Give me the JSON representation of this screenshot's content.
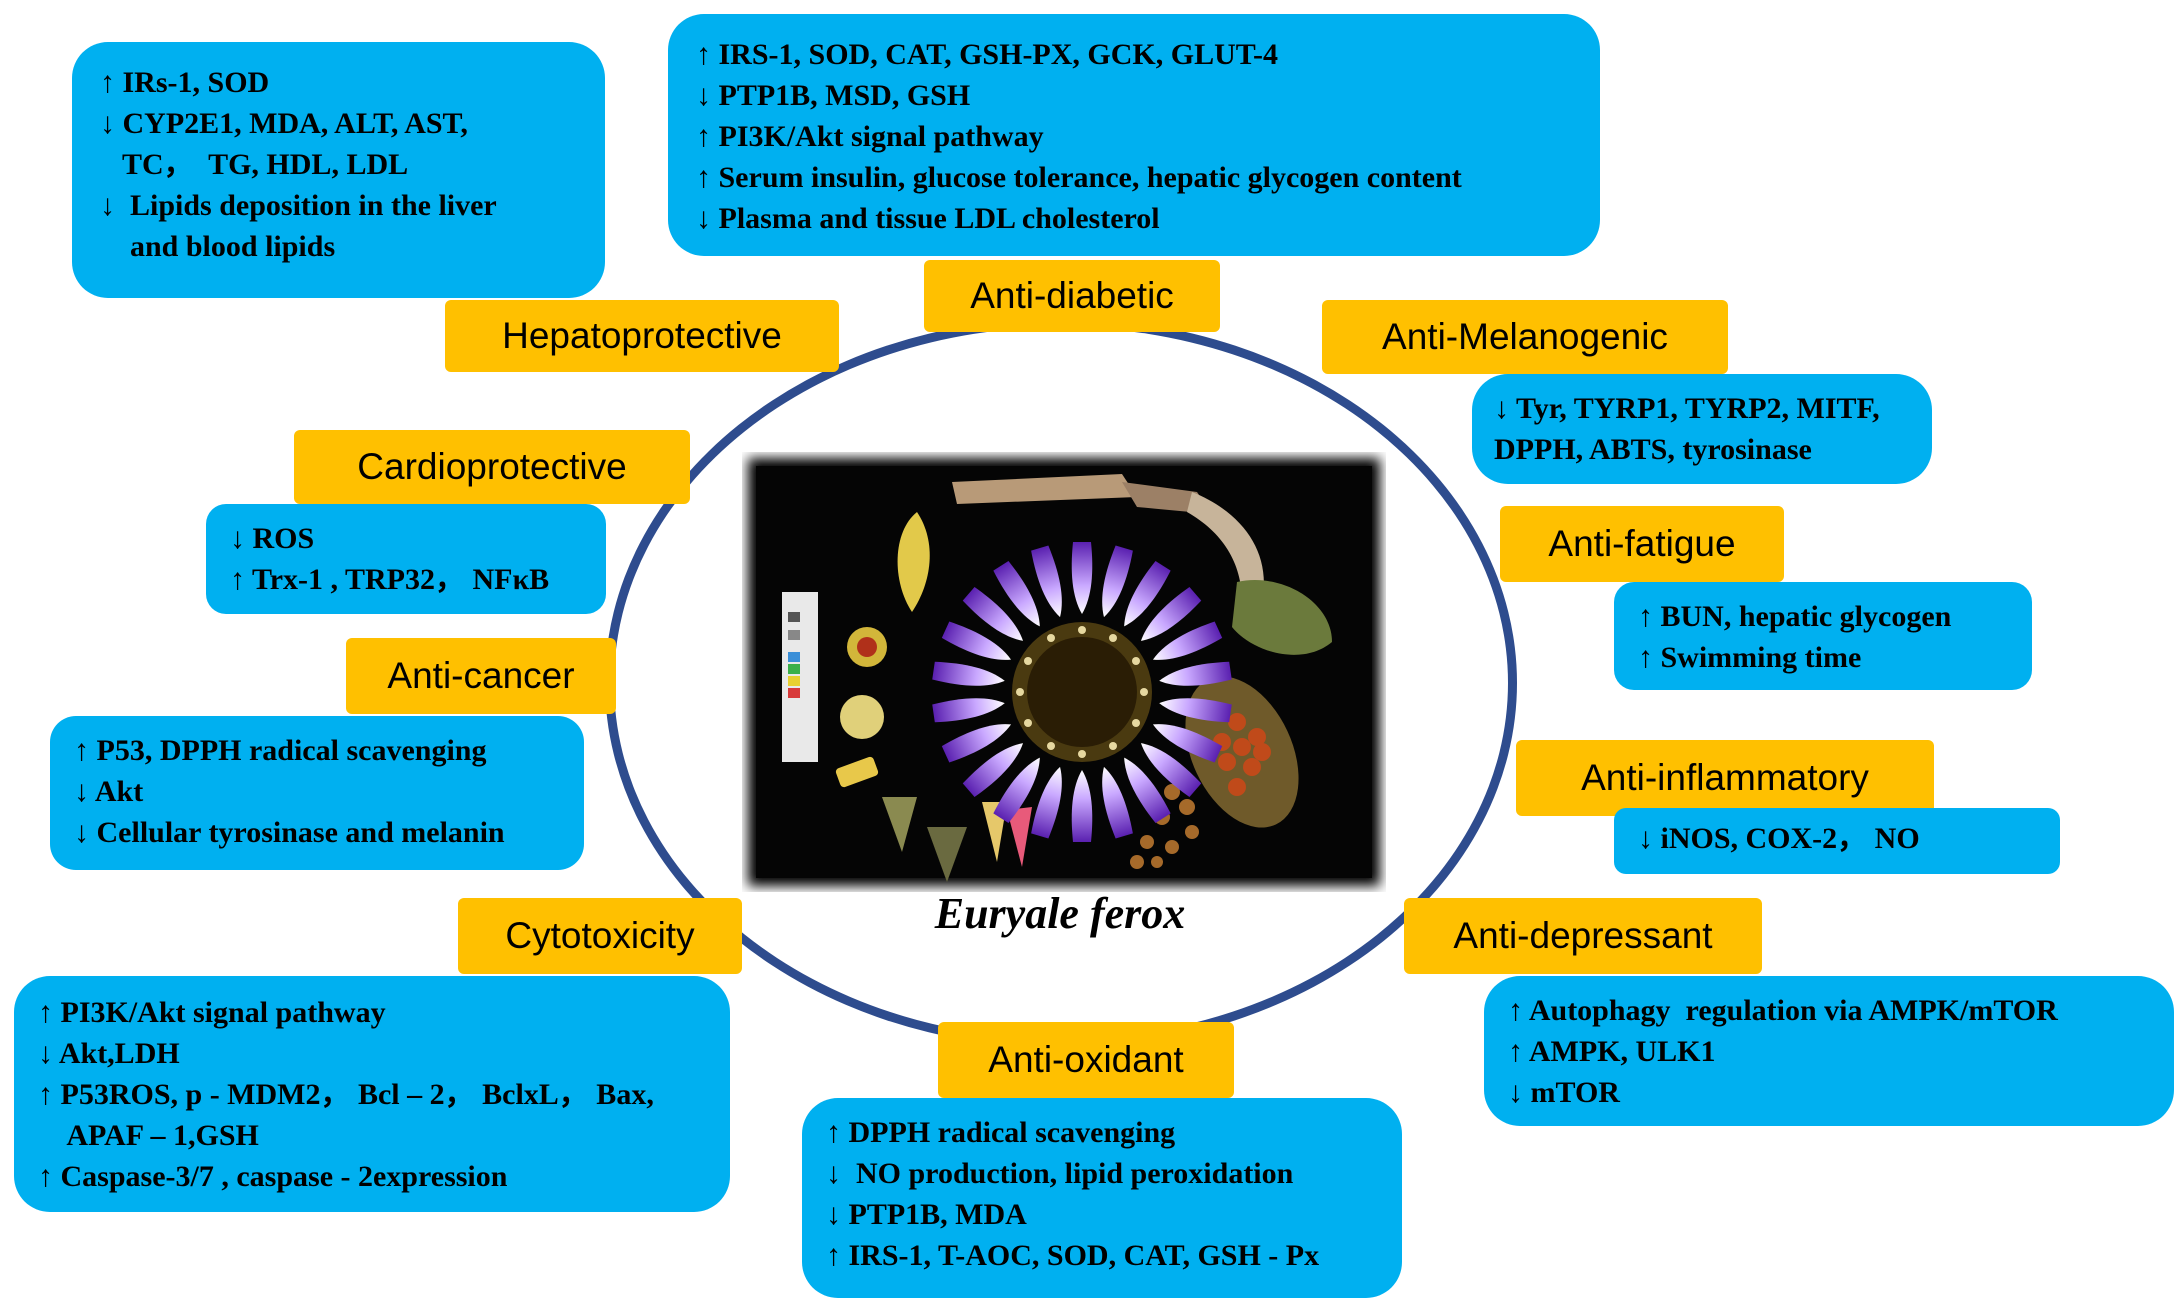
{
  "center": {
    "species": "Euryale ferox"
  },
  "activities": {
    "hepatoprotective": {
      "label": "Hepatoprotective",
      "lines": [
        "↑ IRs-1, SOD",
        "↓ CYP2E1, MDA, ALT, AST,",
        "   TC，  TG, HDL, LDL",
        "↓  Lipids deposition in the liver",
        "    and blood lipids"
      ]
    },
    "anti_diabetic": {
      "label": "Anti-diabetic",
      "lines": [
        "↑ IRS-1, SOD, CAT, GSH-PX, GCK, GLUT-4",
        "↓ PTP1B, MSD, GSH",
        "↑ PI3K/Akt signal pathway",
        "↑ Serum insulin, glucose tolerance, hepatic glycogen content",
        "↓ Plasma and tissue LDL cholesterol"
      ]
    },
    "anti_melanogenic": {
      "label": "Anti-Melanogenic",
      "lines": [
        "↓ Tyr, TYRP1, TYRP2, MITF,",
        "DPPH, ABTS, tyrosinase"
      ]
    },
    "cardioprotective": {
      "label": "Cardioprotective",
      "lines": [
        "↓ ROS",
        "↑ Trx-1 , TRP32， NFκB"
      ]
    },
    "anti_fatigue": {
      "label": "Anti-fatigue",
      "lines": [
        "↑ BUN, hepatic glycogen",
        "↑ Swimming time"
      ]
    },
    "anti_cancer": {
      "label": "Anti-cancer",
      "lines": [
        "↑ P53, DPPH radical scavenging",
        "↓ Akt",
        "↓ Cellular tyrosinase and melanin"
      ]
    },
    "anti_inflammatory": {
      "label": "Anti-inflammatory",
      "lines": [
        "↓ iNOS, COX-2， NO"
      ]
    },
    "cytotoxicity": {
      "label": "Cytotoxicity",
      "lines": [
        "↑ PI3K/Akt signal pathway",
        "↓ Akt,LDH",
        "↑ P53ROS, p - MDM2， Bcl – 2， BclxL， Bax,",
        "    APAF – 1,GSH",
        "↑ Caspase-3/7 , caspase - 2expression"
      ]
    },
    "anti_depressant": {
      "label": "Anti-depressant",
      "lines": [
        "↑ Autophagy  regulation via AMPK/mTOR",
        "↑ AMPK, ULK1",
        "↓ mTOR"
      ]
    },
    "anti_oxidant": {
      "label": "Anti-oxidant",
      "lines": [
        "↑ DPPH radical scavenging",
        "↓  NO production, lipid peroxidation",
        "↓ PTP1B, MDA",
        "↑ IRS-1, T-AOC, SOD, CAT, GSH - Px"
      ]
    }
  },
  "colors": {
    "effect_box": "#00b0f0",
    "activity_label": "#ffc000",
    "ellipse_stroke": "#2e4c8e"
  }
}
